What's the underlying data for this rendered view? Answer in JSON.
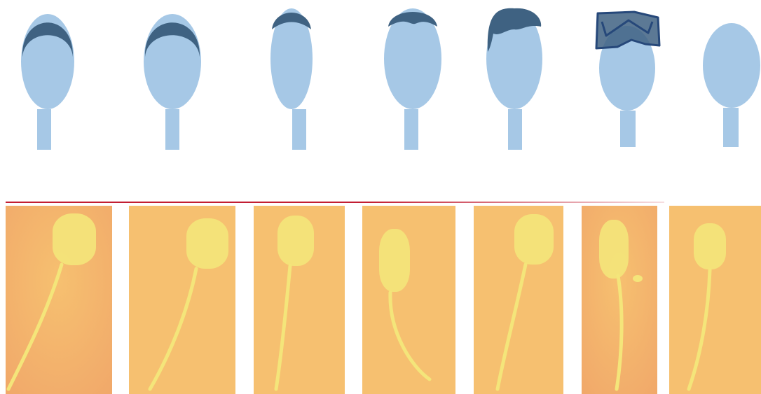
{
  "colors": {
    "background": "#ffffff",
    "diagram_body": "#a6c8e6",
    "diagram_cap": "#3f6282",
    "diagram_outline": "#26487a",
    "separator": "#c21e32",
    "photo_bg_warm": "#f1a96a",
    "photo_bg_light": "#f6c070",
    "seedling": "#f4e57a"
  },
  "diagrams": [
    {
      "name": "diagram-1",
      "cap": "full-cap"
    },
    {
      "name": "diagram-2",
      "cap": "full-cap"
    },
    {
      "name": "diagram-3",
      "cap": "partial-cap"
    },
    {
      "name": "diagram-4",
      "cap": "small-cap"
    },
    {
      "name": "diagram-5",
      "cap": "irregular-cap"
    },
    {
      "name": "diagram-6",
      "cap": "outlined-cap"
    },
    {
      "name": "diagram-7",
      "cap": "no-cap"
    }
  ],
  "photos": [
    {
      "name": "photo-1",
      "bg": "warm"
    },
    {
      "name": "photo-2",
      "bg": "light"
    },
    {
      "name": "photo-3",
      "bg": "light"
    },
    {
      "name": "photo-4",
      "bg": "light"
    },
    {
      "name": "photo-5",
      "bg": "light"
    },
    {
      "name": "photo-6",
      "bg": "warm"
    },
    {
      "name": "photo-7",
      "bg": "light"
    }
  ]
}
